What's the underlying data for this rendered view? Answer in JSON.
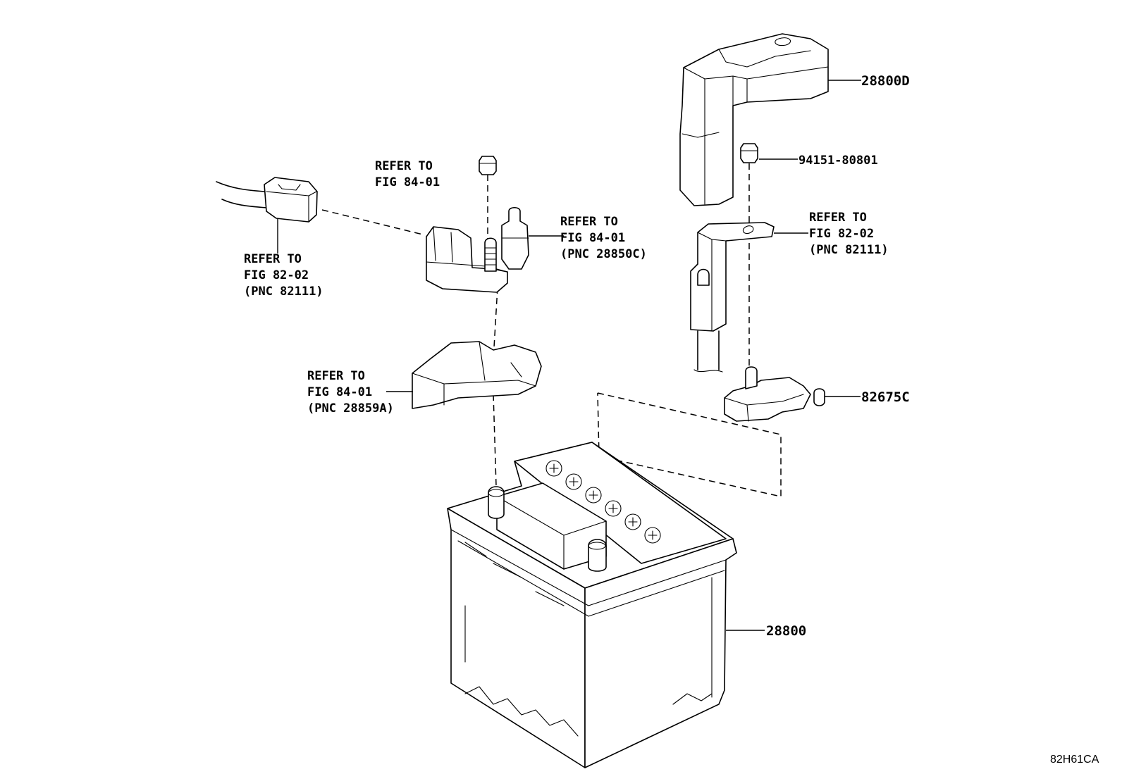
{
  "labels": {
    "ref_connector": [
      "REFER TO",
      "FIG 82-02",
      "(PNC 82111)"
    ],
    "ref_nut_top": [
      "REFER TO",
      "FIG 84-01"
    ],
    "ref_fuse_block": [
      "REFER TO",
      "FIG 84-01",
      "(PNC 28850C)"
    ],
    "ref_cover_left": [
      "REFER TO",
      "FIG 84-01",
      "(PNC 28859A)"
    ],
    "ref_cable_right": [
      "REFER TO",
      "FIG 82-02",
      "(PNC 82111)"
    ]
  },
  "part_numbers": {
    "cover_top": "28800D",
    "nut": "94151-80801",
    "terminal": "82675C",
    "battery": "28800"
  },
  "figure_code": "82H61CA"
}
